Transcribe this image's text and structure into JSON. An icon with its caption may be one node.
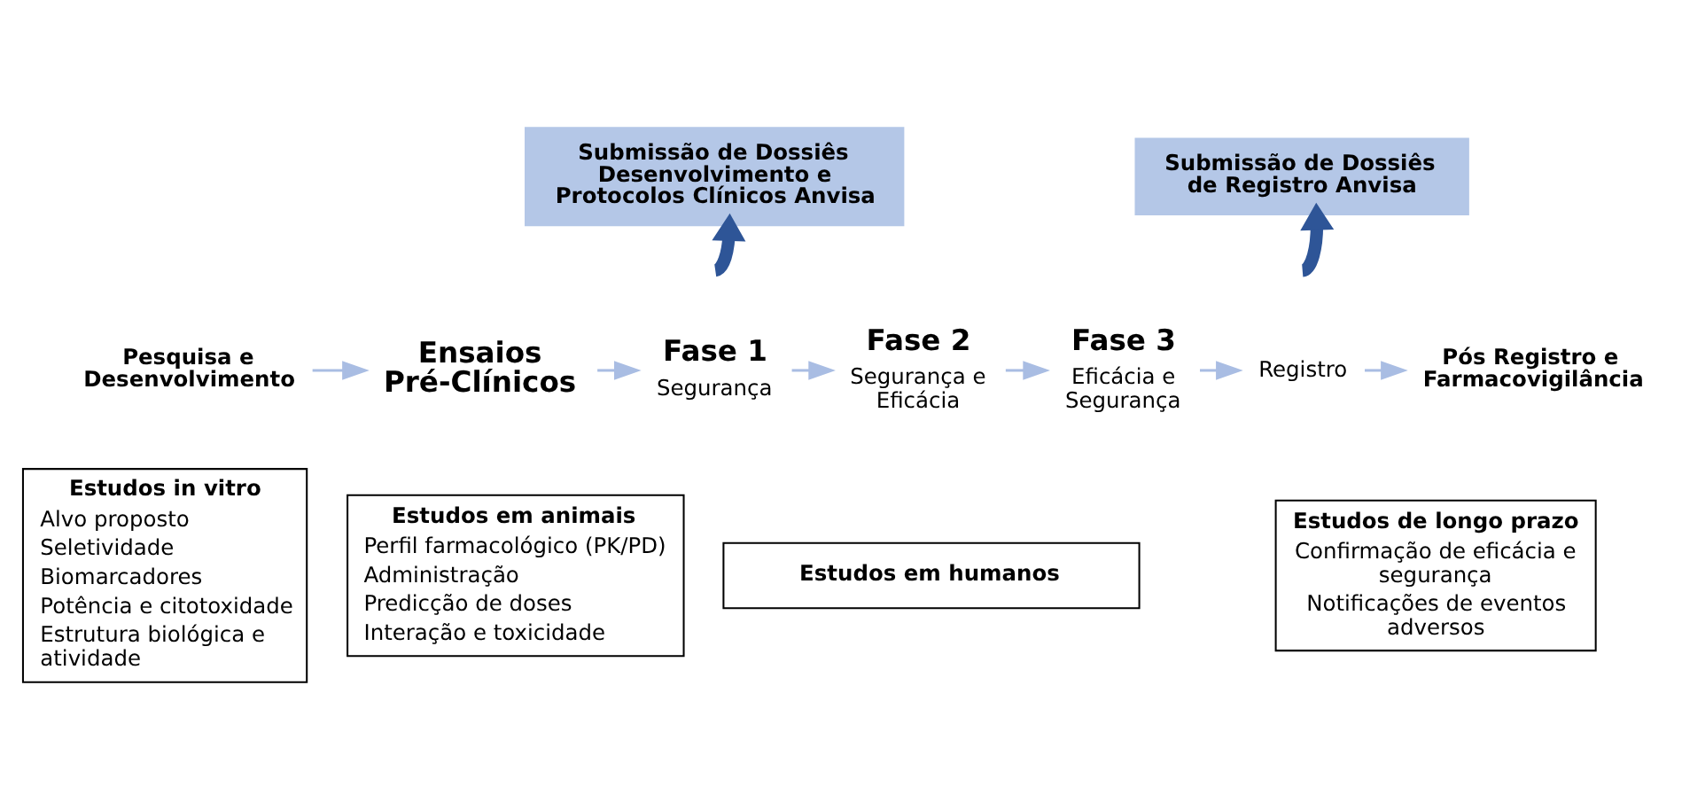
{
  "diagram": {
    "nodes": [
      {
        "text": [
          "Pesquisa e Desenvolvimento"
        ]
      },
      {
        "text": [
          "Ensaios Pré-Clínicos"
        ]
      },
      {
        "text": [
          "Fase 1",
          "Segurança"
        ]
      },
      {
        "text": [
          "Fase 2",
          "Segurança e Eficácia"
        ]
      },
      {
        "text": [
          "Fase 3",
          "Eficácia e Segurança"
        ]
      },
      {
        "text": [
          "Registro"
        ]
      },
      {
        "text": [
          "Pós Registro e Farmacovigilância"
        ]
      },
      {
        "text": [
          "Submissão de Dossiês Desenvolvimento e Protocolos Clínicos Anvisa"
        ]
      },
      {
        "text": [
          "Submissão de Dossiês de Registro Anvisa"
        ]
      },
      {
        "text": [
          "Estudos in vitro",
          "Alvo proposto",
          "Seletividade",
          "Biomarcadores",
          "Potência e citotoxidade",
          "Estrutura biológica e atividade"
        ]
      },
      {
        "text": [
          "Estudos em animais",
          "Perfil farmacológico (PK/PD)",
          "Administração",
          "Predicção de doses",
          "Interação e toxicidade"
        ]
      },
      {
        "text": [
          "Estudos em humanos"
        ]
      },
      {
        "text": [
          "Estudos de longo prazo",
          "Confirmação de eficácia e segurança",
          "Notificações de eventos adversos"
        ]
      }
    ],
    "edges": [
      {
        "from": 0,
        "to": 1,
        "arrow": "to"
      },
      {
        "from": 1,
        "to": 2,
        "arrow": "to"
      },
      {
        "from": 2,
        "to": 3,
        "arrow": "to"
      },
      {
        "from": 3,
        "to": 4,
        "arrow": "to"
      },
      {
        "from": 4,
        "to": 5,
        "arrow": "to"
      },
      {
        "from": 5,
        "to": 6,
        "arrow": "to"
      },
      {
        "from": null,
        "to": 7,
        "arrow": "to",
        "style": "thick",
        "color": "#2e5597"
      },
      {
        "from": null,
        "to": 8,
        "arrow": "to",
        "style": "thick",
        "color": "#2e5597"
      }
    ]
  }
}
